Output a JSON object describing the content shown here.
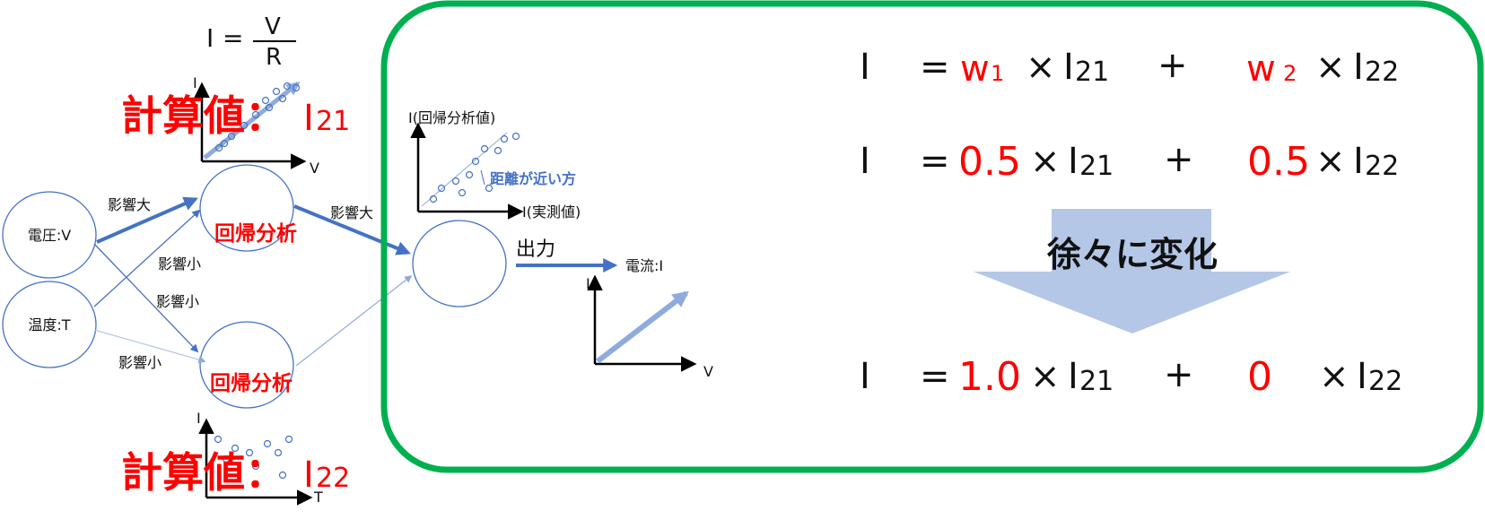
{
  "formula": {
    "lhs": "I",
    "eq": "=",
    "numerator": "V",
    "denominator": "R"
  },
  "nodes": {
    "voltage": "電圧:V",
    "temperature": "温度:T",
    "regression_top": "回帰分析",
    "regression_bottom": "回帰分析"
  },
  "edges": {
    "v_top": "影響大",
    "t_top": "影響小",
    "v_bottom": "影響小",
    "t_bottom": "影響小",
    "top_out": "影響大"
  },
  "calc_top": {
    "label": "計算値：",
    "var": "I",
    "sub": "21"
  },
  "calc_bottom": {
    "label": "計算値：",
    "var": "I",
    "sub": "22"
  },
  "plot_top": {
    "ylabel": "I",
    "xlabel": "V"
  },
  "plot_bottom": {
    "ylabel": "I",
    "xlabel": "T"
  },
  "plot_mid": {
    "ylabel": "I(回帰分析値)",
    "xlabel": "I(実測値)",
    "annotation": "距離が近い方"
  },
  "output": {
    "label": "出力",
    "target": "電流:I"
  },
  "plot_out": {
    "ylabel": "I",
    "xlabel": "V"
  },
  "equations": [
    {
      "lhs": "I",
      "eq": "=",
      "w1": "w",
      "w1_sub": "1",
      "times": "×",
      "a": "I",
      "a_sub": "21",
      "plus": "+",
      "w2": "w",
      "w2_sub": "2",
      "b": "I",
      "b_sub": "22"
    },
    {
      "lhs": "I",
      "eq": "=",
      "w1": "0.5",
      "times": "×",
      "a": "I",
      "a_sub": "21",
      "plus": "+",
      "w2": "0.5",
      "b": "I",
      "b_sub": "22"
    },
    {
      "lhs": "I",
      "eq": "=",
      "w1": "1.0",
      "times": "×",
      "a": "I",
      "a_sub": "21",
      "plus": "+",
      "w2": "0",
      "b": "I",
      "b_sub": "22"
    }
  ],
  "transition": "徐々に変化",
  "colors": {
    "accent_blue": "#4472c4",
    "light_blue": "#8faadc",
    "pale_blue": "#b4c7e7",
    "red": "#ff0000",
    "green_frame": "#00b050"
  }
}
